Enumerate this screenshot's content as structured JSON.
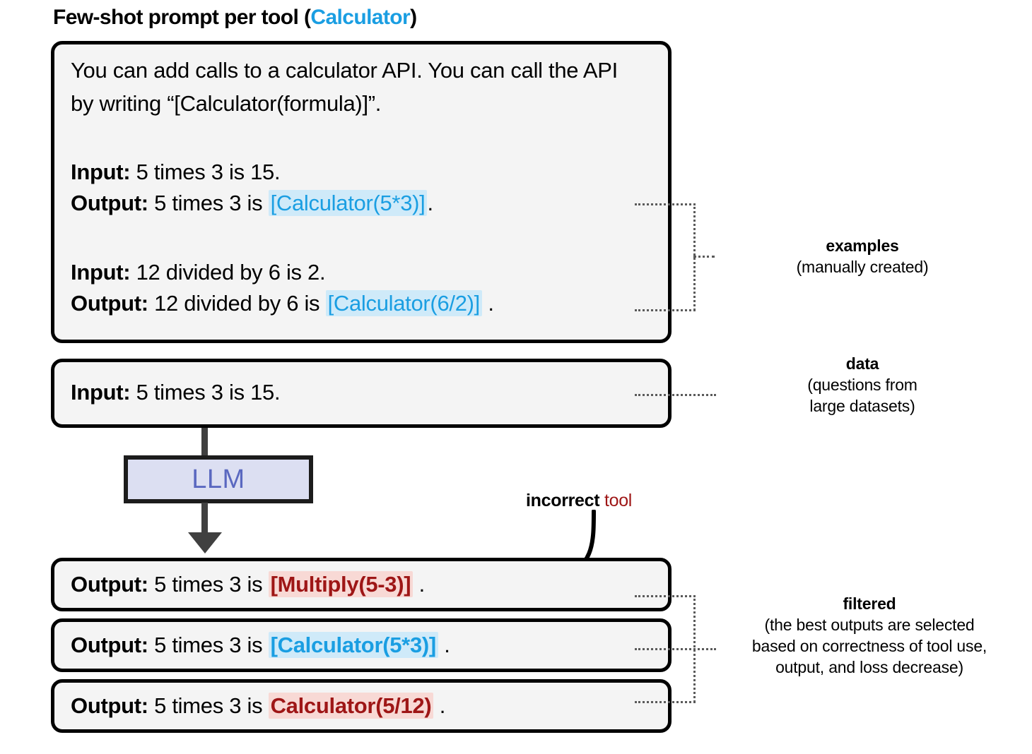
{
  "title": {
    "prefix": "Few-shot prompt per tool (",
    "tool": "Calculator",
    "suffix": ")"
  },
  "prompt_box": {
    "instruction": "You can add calls to a calculator API. You can call the API by writing “[Calculator(formula)]”.",
    "examples": [
      {
        "input_label": "Input:",
        "input_text": " 5 times 3 is 15.",
        "output_label": "Output:",
        "output_prefix": " 5 times 3 is ",
        "output_call": "[Calculator(5*3)]",
        "output_suffix": "."
      },
      {
        "input_label": "Input:",
        "input_text": " 12 divided by 6 is 2.",
        "output_label": "Output:",
        "output_prefix": " 12 divided by 6 is ",
        "output_call": "[Calculator(6/2)]",
        "output_suffix": " ."
      }
    ]
  },
  "data_box": {
    "label": "Input:",
    "text": " 5 times 3 is 15."
  },
  "llm": {
    "label": "LLM"
  },
  "callout": {
    "word_incorrect": "incorrect",
    "word_tool": " tool"
  },
  "outputs": [
    {
      "label": "Output:",
      "prefix": " 5 times 3 is ",
      "call": "[Multiply(5-3)]",
      "suffix": " .",
      "style": "red"
    },
    {
      "label": "Output:",
      "prefix": " 5 times 3 is ",
      "call": "[Calculator(5*3)]",
      "suffix": " .",
      "style": "blue"
    },
    {
      "label": "Output:",
      "prefix": " 5 times 3 is ",
      "call": "Calculator(5/12)",
      "suffix": " .",
      "style": "red"
    }
  ],
  "annotations": {
    "examples": {
      "head": "examples",
      "lines": [
        "(manually created)"
      ]
    },
    "data": {
      "head": "data",
      "lines": [
        "(questions from",
        "large datasets)"
      ]
    },
    "filtered": {
      "head": "filtered",
      "lines": [
        "(the best outputs are selected",
        "based on correctness of tool use,",
        "output, and loss decrease)"
      ]
    }
  },
  "colors": {
    "tool_blue": "#1a9ee2",
    "tool_blue_bg": "#cfeaf9",
    "error_red": "#9e1616",
    "error_red_bg": "#f8d9d5",
    "llm_fill": "#dcdff2",
    "llm_text": "#5a68c0",
    "box_fill": "#f4f4f4",
    "box_border": "#000000",
    "arrow_gray": "#404040",
    "connector_gray": "#5a5a5a"
  }
}
